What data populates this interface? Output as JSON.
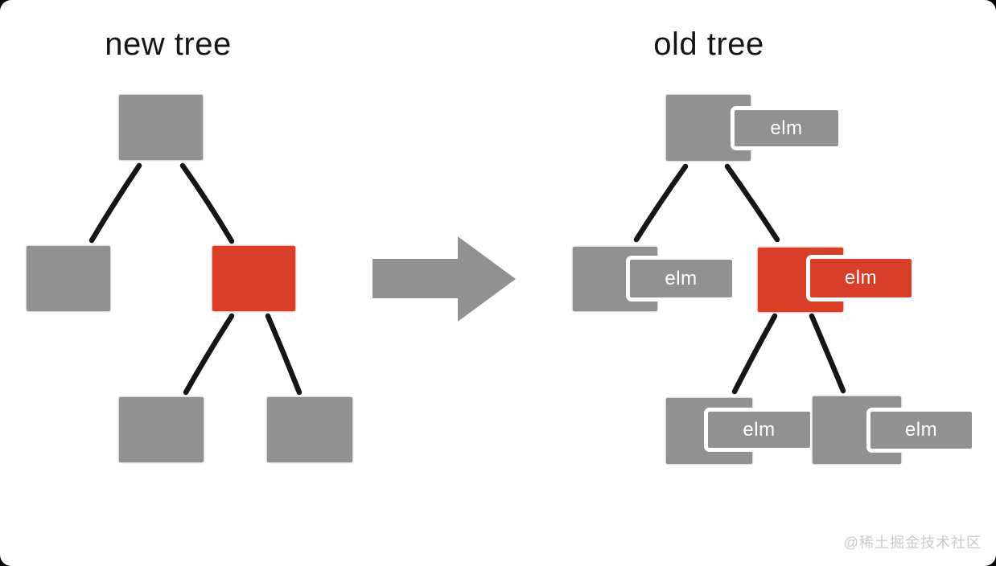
{
  "colors": {
    "gray": "#919191",
    "red": "#d93e28",
    "line": "#151515",
    "title": "#161616",
    "watermark": "#c9c9c9",
    "background": "#000000",
    "canvas": "#ffffff"
  },
  "diagram": {
    "new_tree": {
      "title": "new tree",
      "nodes": [
        {
          "id": "root",
          "color": "gray"
        },
        {
          "id": "left-child",
          "color": "gray"
        },
        {
          "id": "right-child",
          "color": "red"
        },
        {
          "id": "right-left-grandchild",
          "color": "gray"
        },
        {
          "id": "right-right-grandchild",
          "color": "gray"
        }
      ]
    },
    "old_tree": {
      "title": "old tree",
      "nodes": [
        {
          "id": "root",
          "color": "gray",
          "tag": "elm"
        },
        {
          "id": "left-child",
          "color": "gray",
          "tag": "elm"
        },
        {
          "id": "right-child",
          "color": "red",
          "tag": "elm"
        },
        {
          "id": "right-left-grandchild",
          "color": "gray",
          "tag": "elm"
        },
        {
          "id": "right-right-grandchild",
          "color": "gray",
          "tag": "elm"
        }
      ]
    }
  },
  "footer": {
    "watermark": "@稀土掘金技术社区"
  }
}
